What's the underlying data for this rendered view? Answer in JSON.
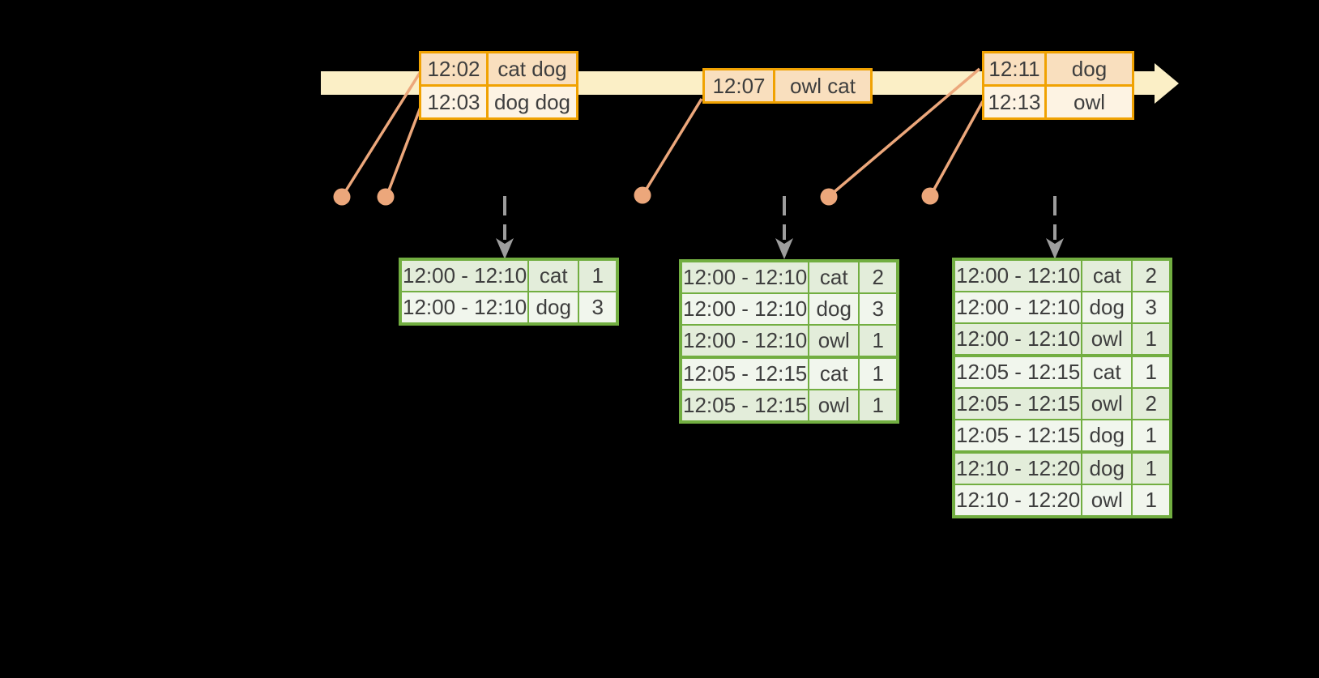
{
  "colors": {
    "background": "#000000",
    "band": "#FBEFC6",
    "event-border": "#F0A202",
    "event-row-dark": "#F9DFBE",
    "event-row-light": "#FDF3E3",
    "connector": "#ECA77B",
    "green-border": "#72AE41",
    "green-row-dark": "#E3EDDA",
    "green-row-light": "#F1F6ED",
    "arrow-gray": "#9D9D9D",
    "text": "#3E3E3E"
  },
  "timeline": {
    "event_tables": [
      {
        "rows": [
          {
            "time": "12:02",
            "words": "cat dog"
          },
          {
            "time": "12:03",
            "words": "dog dog"
          }
        ]
      },
      {
        "rows": [
          {
            "time": "12:07",
            "words": "owl cat"
          }
        ]
      },
      {
        "rows": [
          {
            "time": "12:11",
            "words": "dog"
          },
          {
            "time": "12:13",
            "words": "owl"
          }
        ]
      }
    ]
  },
  "result_tables": [
    {
      "rows": [
        {
          "window": "12:00 - 12:10",
          "word": "cat",
          "count": "1"
        },
        {
          "window": "12:00 - 12:10",
          "word": "dog",
          "count": "3"
        }
      ]
    },
    {
      "rows": [
        {
          "window": "12:00 - 12:10",
          "word": "cat",
          "count": "2"
        },
        {
          "window": "12:00 - 12:10",
          "word": "dog",
          "count": "3"
        },
        {
          "window": "12:00 - 12:10",
          "word": "owl",
          "count": "1"
        },
        {
          "window": "12:05 - 12:15",
          "word": "cat",
          "count": "1"
        },
        {
          "window": "12:05 - 12:15",
          "word": "owl",
          "count": "1"
        }
      ]
    },
    {
      "rows": [
        {
          "window": "12:00 - 12:10",
          "word": "cat",
          "count": "2"
        },
        {
          "window": "12:00 - 12:10",
          "word": "dog",
          "count": "3"
        },
        {
          "window": "12:00 - 12:10",
          "word": "owl",
          "count": "1"
        },
        {
          "window": "12:05 - 12:15",
          "word": "cat",
          "count": "1"
        },
        {
          "window": "12:05 - 12:15",
          "word": "owl",
          "count": "2"
        },
        {
          "window": "12:05 - 12:15",
          "word": "dog",
          "count": "1"
        },
        {
          "window": "12:10 - 12:20",
          "word": "dog",
          "count": "1"
        },
        {
          "window": "12:10 - 12:20",
          "word": "owl",
          "count": "1"
        }
      ]
    }
  ]
}
